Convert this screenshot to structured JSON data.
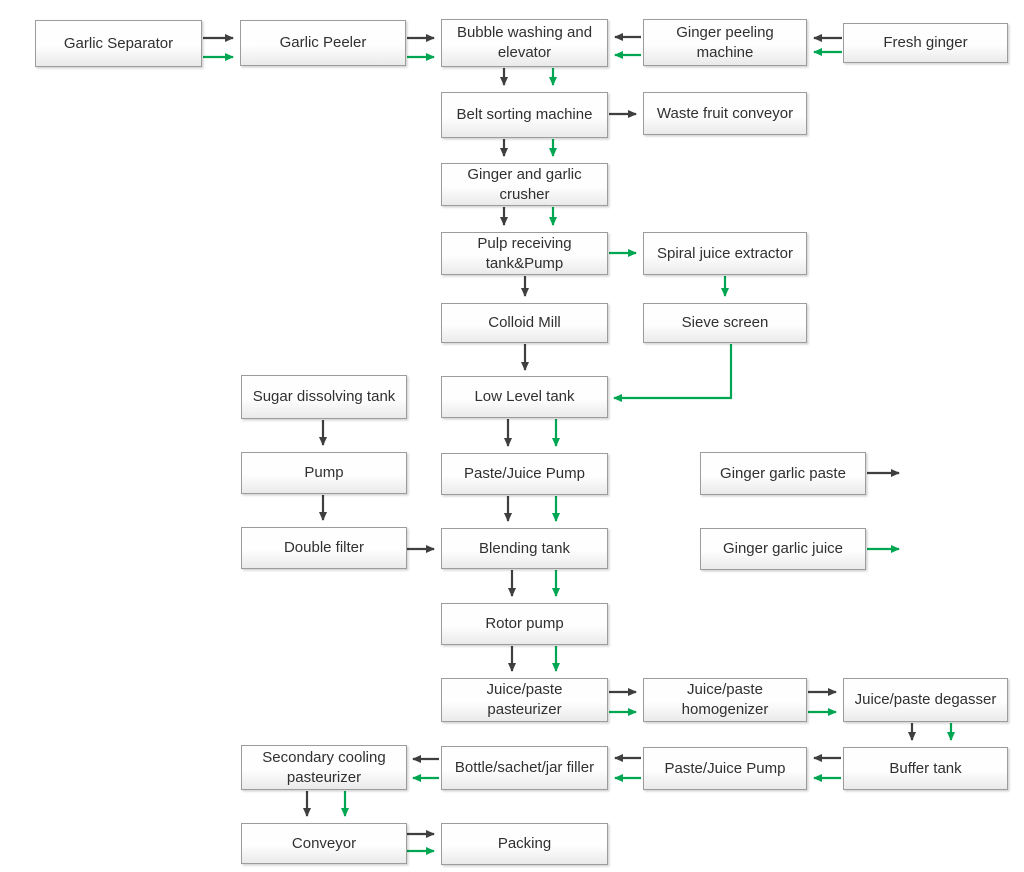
{
  "colors": {
    "paste_flow": "#3f3f3f",
    "juice_flow": "#00a651",
    "box_border": "#9c9c9c",
    "box_fill_top": "#fefefe",
    "box_fill_bottom": "#eaeaea",
    "text": "#303030",
    "background": "#ffffff"
  },
  "nodes": [
    {
      "id": "garlic-separator",
      "label": "Garlic Separator"
    },
    {
      "id": "garlic-peeler",
      "label": "Garlic Peeler"
    },
    {
      "id": "bubble-washing-elevator",
      "label": "Bubble washing and elevator"
    },
    {
      "id": "ginger-peeling-machine",
      "label": "Ginger peeling machine"
    },
    {
      "id": "fresh-ginger",
      "label": "Fresh ginger"
    },
    {
      "id": "belt-sorting-machine",
      "label": "Belt sorting machine"
    },
    {
      "id": "waste-fruit-conveyor",
      "label": "Waste fruit conveyor"
    },
    {
      "id": "ginger-garlic-crusher",
      "label": "Ginger and garlic crusher"
    },
    {
      "id": "pulp-receiving-tank-pump",
      "label": "Pulp receiving tank&Pump"
    },
    {
      "id": "spiral-juice-extractor",
      "label": "Spiral juice extractor"
    },
    {
      "id": "colloid-mill",
      "label": "Colloid Mill"
    },
    {
      "id": "sieve-screen",
      "label": "Sieve screen"
    },
    {
      "id": "sugar-dissolving-tank",
      "label": "Sugar dissolving tank"
    },
    {
      "id": "low-level-tank",
      "label": "Low Level tank"
    },
    {
      "id": "pump",
      "label": "Pump"
    },
    {
      "id": "paste-juice-pump-1",
      "label": "Paste/Juice Pump"
    },
    {
      "id": "ginger-garlic-paste",
      "label": "Ginger garlic paste"
    },
    {
      "id": "double-filter",
      "label": "Double filter"
    },
    {
      "id": "blending-tank",
      "label": "Blending tank"
    },
    {
      "id": "ginger-garlic-juice",
      "label": "Ginger garlic juice"
    },
    {
      "id": "rotor-pump",
      "label": "Rotor pump"
    },
    {
      "id": "juice-paste-pasteurizer",
      "label": "Juice/paste pasteurizer"
    },
    {
      "id": "juice-paste-homogenizer",
      "label": "Juice/paste homogenizer"
    },
    {
      "id": "juice-paste-degasser",
      "label": "Juice/paste degasser"
    },
    {
      "id": "secondary-cooling-pasteurizer",
      "label": "Secondary cooling pasteurizer"
    },
    {
      "id": "bottle-sachet-jar-filler",
      "label": "Bottle/sachet/jar filler"
    },
    {
      "id": "paste-juice-pump-2",
      "label": "Paste/Juice Pump"
    },
    {
      "id": "buffer-tank",
      "label": "Buffer tank"
    },
    {
      "id": "conveyor",
      "label": "Conveyor"
    },
    {
      "id": "packing",
      "label": "Packing"
    }
  ],
  "edges": [
    {
      "from": "garlic-separator",
      "to": "garlic-peeler",
      "flows": [
        "paste",
        "juice"
      ]
    },
    {
      "from": "garlic-peeler",
      "to": "bubble-washing-elevator",
      "flows": [
        "paste",
        "juice"
      ]
    },
    {
      "from": "fresh-ginger",
      "to": "ginger-peeling-machine",
      "flows": [
        "paste",
        "juice"
      ]
    },
    {
      "from": "ginger-peeling-machine",
      "to": "bubble-washing-elevator",
      "flows": [
        "paste",
        "juice"
      ]
    },
    {
      "from": "bubble-washing-elevator",
      "to": "belt-sorting-machine",
      "flows": [
        "paste",
        "juice"
      ]
    },
    {
      "from": "belt-sorting-machine",
      "to": "waste-fruit-conveyor",
      "flows": [
        "paste"
      ]
    },
    {
      "from": "belt-sorting-machine",
      "to": "ginger-garlic-crusher",
      "flows": [
        "paste",
        "juice"
      ]
    },
    {
      "from": "ginger-garlic-crusher",
      "to": "pulp-receiving-tank-pump",
      "flows": [
        "paste",
        "juice"
      ]
    },
    {
      "from": "pulp-receiving-tank-pump",
      "to": "spiral-juice-extractor",
      "flows": [
        "juice"
      ]
    },
    {
      "from": "pulp-receiving-tank-pump",
      "to": "colloid-mill",
      "flows": [
        "paste"
      ]
    },
    {
      "from": "spiral-juice-extractor",
      "to": "sieve-screen",
      "flows": [
        "juice"
      ]
    },
    {
      "from": "colloid-mill",
      "to": "low-level-tank",
      "flows": [
        "paste"
      ]
    },
    {
      "from": "sieve-screen",
      "to": "low-level-tank",
      "flows": [
        "juice"
      ]
    },
    {
      "from": "low-level-tank",
      "to": "paste-juice-pump-1",
      "flows": [
        "paste",
        "juice"
      ]
    },
    {
      "from": "sugar-dissolving-tank",
      "to": "pump",
      "flows": [
        "paste"
      ]
    },
    {
      "from": "pump",
      "to": "double-filter",
      "flows": [
        "paste"
      ]
    },
    {
      "from": "double-filter",
      "to": "blending-tank",
      "flows": [
        "paste"
      ]
    },
    {
      "from": "paste-juice-pump-1",
      "to": "blending-tank",
      "flows": [
        "paste",
        "juice"
      ]
    },
    {
      "from": "blending-tank",
      "to": "rotor-pump",
      "flows": [
        "paste",
        "juice"
      ]
    },
    {
      "from": "rotor-pump",
      "to": "juice-paste-pasteurizer",
      "flows": [
        "paste",
        "juice"
      ]
    },
    {
      "from": "juice-paste-pasteurizer",
      "to": "juice-paste-homogenizer",
      "flows": [
        "paste",
        "juice"
      ]
    },
    {
      "from": "juice-paste-homogenizer",
      "to": "juice-paste-degasser",
      "flows": [
        "paste",
        "juice"
      ]
    },
    {
      "from": "juice-paste-degasser",
      "to": "buffer-tank",
      "flows": [
        "paste",
        "juice"
      ]
    },
    {
      "from": "buffer-tank",
      "to": "paste-juice-pump-2",
      "flows": [
        "paste",
        "juice"
      ]
    },
    {
      "from": "paste-juice-pump-2",
      "to": "bottle-sachet-jar-filler",
      "flows": [
        "paste",
        "juice"
      ]
    },
    {
      "from": "bottle-sachet-jar-filler",
      "to": "secondary-cooling-pasteurizer",
      "flows": [
        "paste",
        "juice"
      ]
    },
    {
      "from": "secondary-cooling-pasteurizer",
      "to": "conveyor",
      "flows": [
        "paste",
        "juice"
      ]
    },
    {
      "from": "conveyor",
      "to": "packing",
      "flows": [
        "paste",
        "juice"
      ]
    },
    {
      "from": "ginger-garlic-paste",
      "to": "output",
      "flows": [
        "paste"
      ]
    },
    {
      "from": "ginger-garlic-juice",
      "to": "output",
      "flows": [
        "juice"
      ]
    }
  ]
}
